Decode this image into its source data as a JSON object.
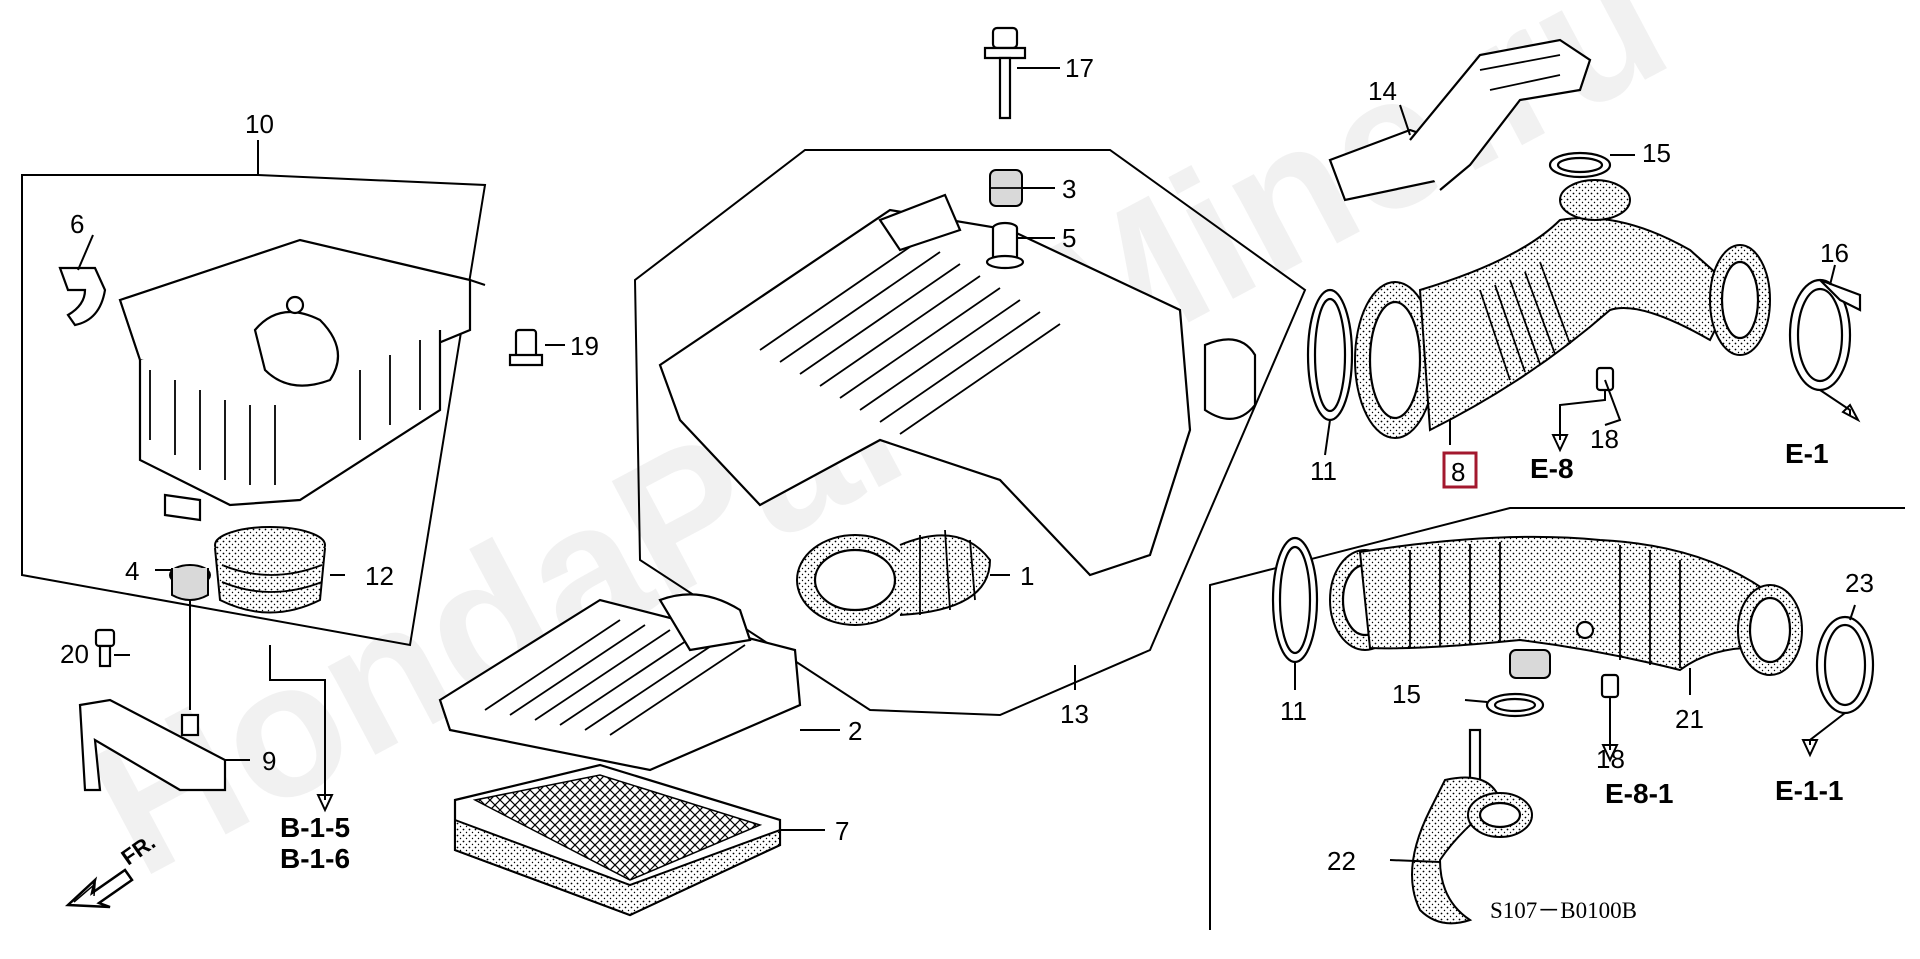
{
  "diagram": {
    "watermark": "HondaPartsMine.ru",
    "drawing_code": "S107－B0100B",
    "front_label": "FR.",
    "highlighted_part": "8",
    "callouts": [
      "1",
      "2",
      "3",
      "4",
      "5",
      "6",
      "7",
      "8",
      "9",
      "10",
      "11",
      "11",
      "12",
      "13",
      "14",
      "15",
      "15",
      "16",
      "17",
      "18",
      "18",
      "19",
      "20",
      "21",
      "22",
      "23"
    ],
    "refs": {
      "b15": "B-1-5",
      "b16": "B-1-6",
      "e8": "E-8",
      "e1": "E-1",
      "e81": "E-8-1",
      "e11": "E-1-1"
    },
    "colors": {
      "line": "#000000",
      "highlight": "#a3182e",
      "background": "#ffffff"
    }
  }
}
